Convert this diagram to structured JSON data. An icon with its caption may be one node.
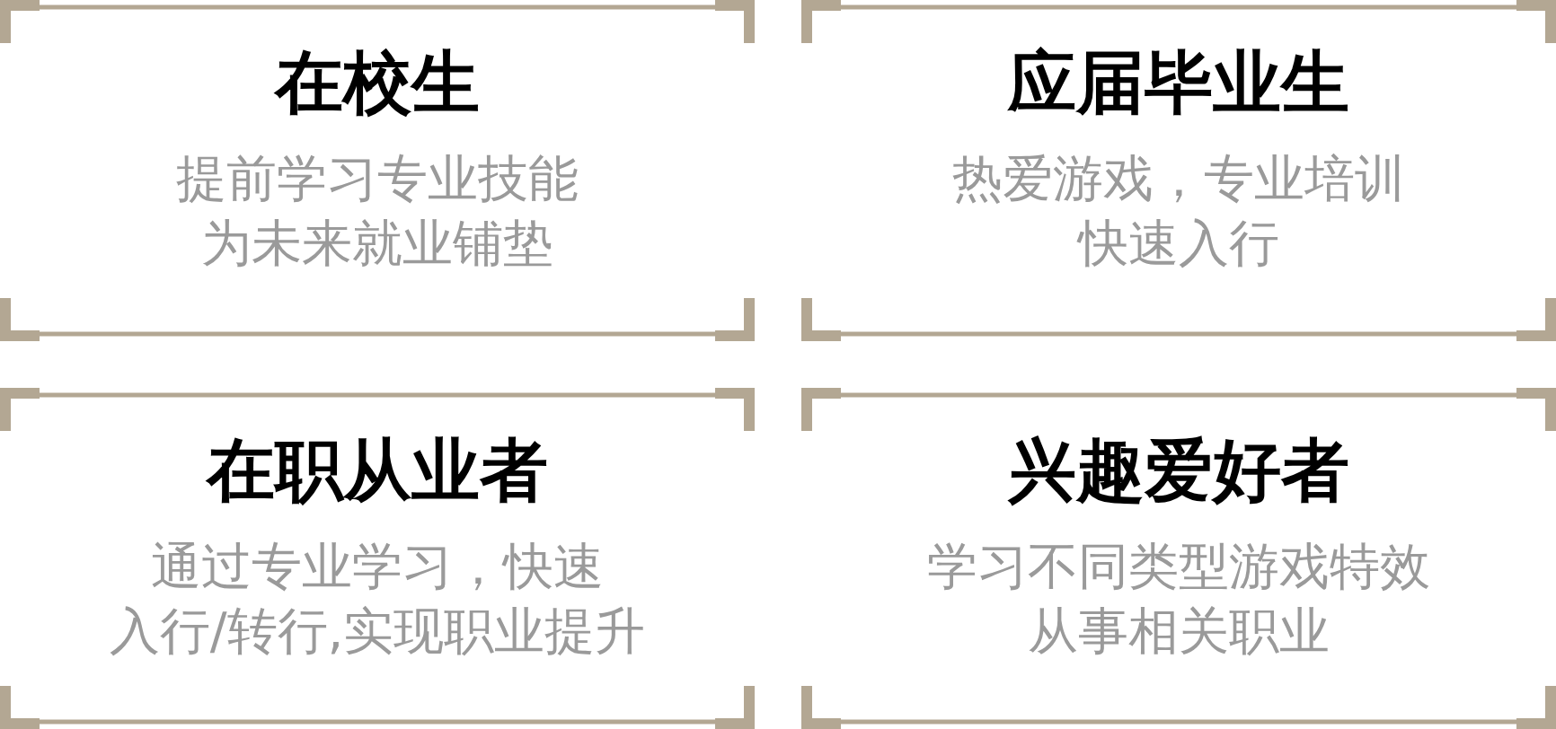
{
  "diagram": {
    "nodes": [
      {
        "text": [
          "在校生",
          "提前学习专业技能",
          "为未来就业铺垫"
        ]
      },
      {
        "text": [
          "应届毕业生",
          "热爱游戏，专业培训",
          "快速入行"
        ]
      },
      {
        "text": [
          "在职从业者",
          "通过专业学习，快速",
          "入行/转行,实现职业提升"
        ]
      },
      {
        "text": [
          "兴趣爱好者",
          "学习不同类型游戏特效",
          "从事相关职业"
        ]
      }
    ]
  }
}
